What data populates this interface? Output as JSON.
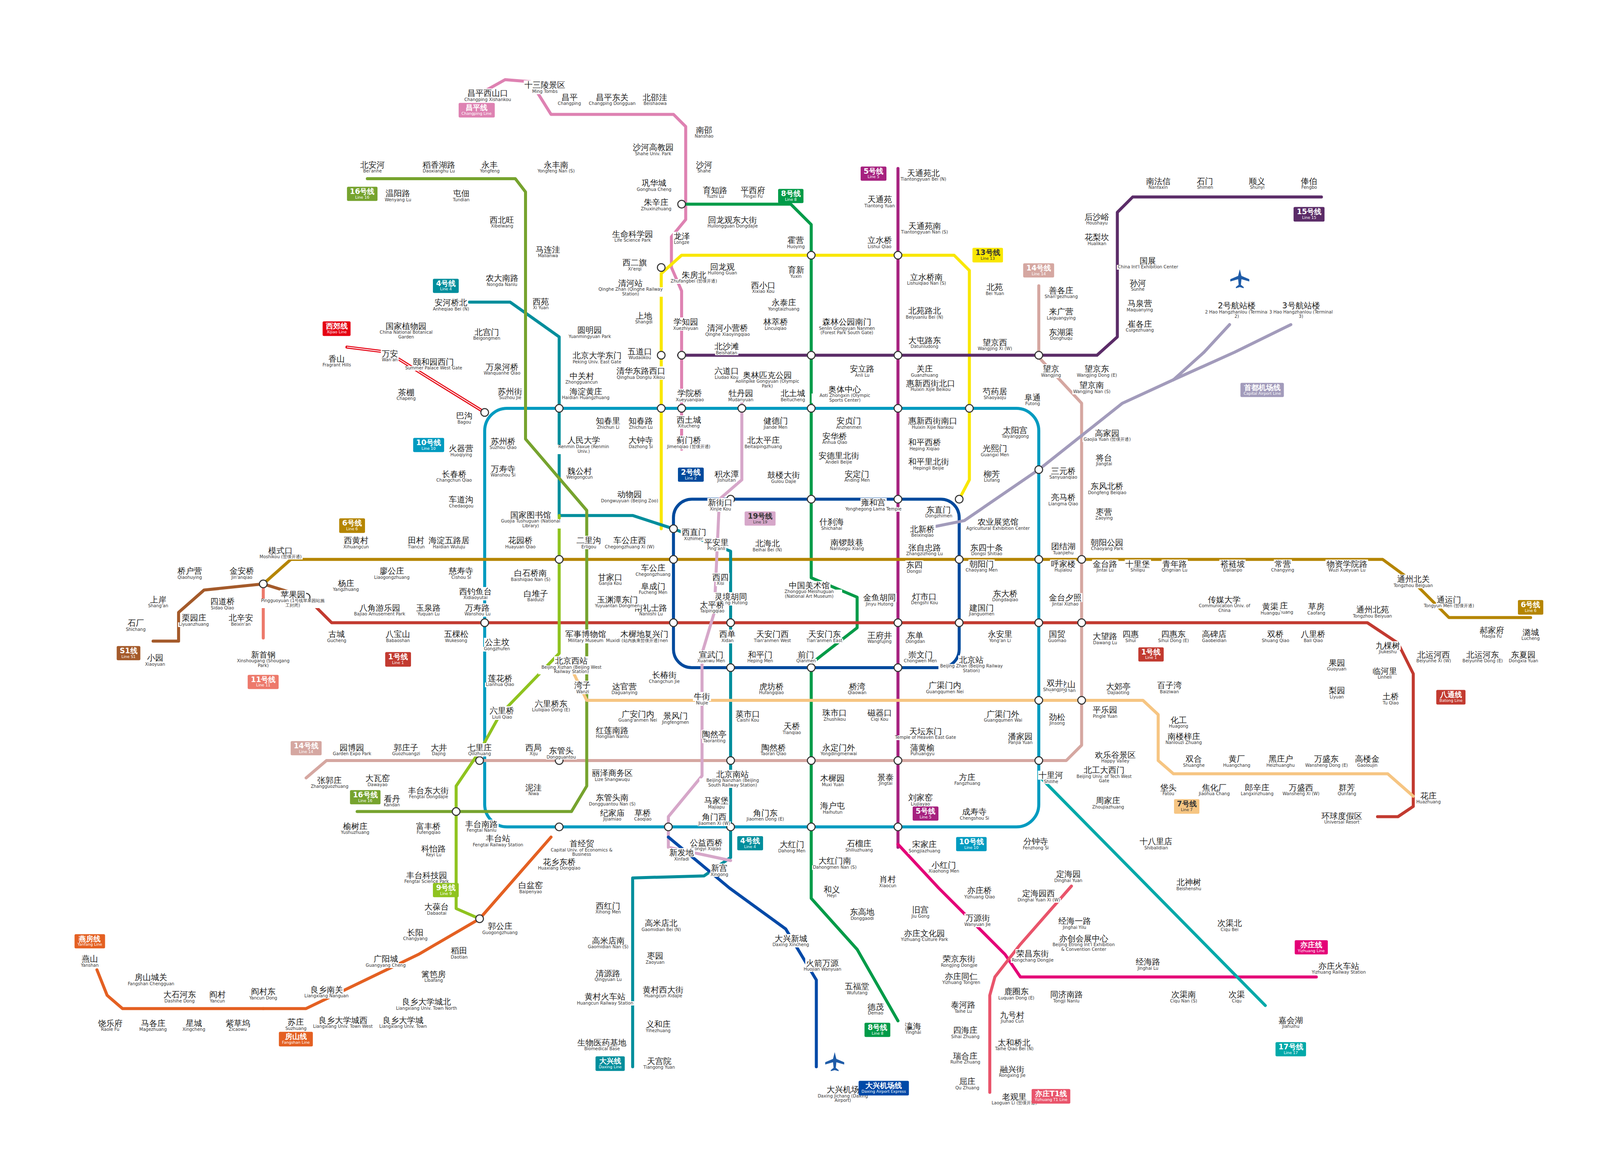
{
  "diagram": {
    "nodes": [
      {
        "text": [
          "昌平线",
          "Changping Line"
        ]
      },
      {
        "text": [
          "8号线",
          "Line 8"
        ]
      },
      {
        "text": [
          "13号线",
          "Line 13"
        ]
      },
      {
        "text": [
          "5号线",
          "Line 5"
        ]
      },
      {
        "text": [
          "15号线",
          "Line 15"
        ]
      },
      {
        "text": [
          "14号线",
          "Line 14"
        ]
      },
      {
        "text": [
          "4号线",
          "Line 4"
        ]
      },
      {
        "text": [
          "16号线",
          "Line 16"
        ]
      },
      {
        "text": [
          "西郊线",
          "Xijiao Line"
        ]
      },
      {
        "text": [
          "10号线",
          "Line 10"
        ]
      },
      {
        "text": [
          "2号线",
          "Line 2"
        ]
      },
      {
        "text": [
          "19号线",
          "Line 19"
        ]
      },
      {
        "text": [
          "6号线",
          "Line 6"
        ]
      },
      {
        "text": [
          "1号线",
          "Line 1"
        ]
      },
      {
        "text": [
          "11号线",
          "Line 11"
        ]
      },
      {
        "text": [
          "S1线",
          "Line S1"
        ]
      },
      {
        "text": [
          "14号线",
          "Line 14"
        ]
      },
      {
        "text": [
          "16号线",
          "Line 16"
        ]
      },
      {
        "text": [
          "5号线",
          "Line 5"
        ]
      },
      {
        "text": [
          "4号线",
          "Line 4"
        ]
      },
      {
        "text": [
          "10号线",
          "Line 10"
        ]
      },
      {
        "text": [
          "9号线",
          "Line 9"
        ]
      },
      {
        "text": [
          "燕房线",
          "Yanfang Line"
        ]
      },
      {
        "text": [
          "房山线",
          "Fangshan Line"
        ]
      },
      {
        "text": [
          "大兴线",
          "Daxing Line"
        ]
      },
      {
        "text": [
          "大兴机场线",
          "Daxing Airport Express"
        ]
      },
      {
        "text": [
          "8号线",
          "Line 8"
        ]
      },
      {
        "text": [
          "亦庄线",
          "Yizhuang Line"
        ]
      },
      {
        "text": [
          "亦庄T1线",
          "Yizhuang T1 Line"
        ]
      },
      {
        "text": [
          "17号线",
          "Line 17"
        ]
      },
      {
        "text": [
          "6号线",
          "Line 6"
        ]
      },
      {
        "text": [
          "1号线",
          "Line 1"
        ]
      },
      {
        "text": [
          "7号线",
          "Line 7"
        ]
      },
      {
        "text": [
          "八通线",
          "Batong Line"
        ]
      },
      {
        "text": [
          "首都机场线",
          "Capital Airport Line"
        ]
      }
    ],
    "labels": [
      "昌平西山口",
      "Changping Xishankou",
      "十三陵景区",
      "Ming Tombs",
      "昌平",
      "Changping",
      "昌平东关",
      "Changping Dongguan",
      "北邵洼",
      "Beishaowa",
      "南邵",
      "Nanshao",
      "沙河高教园",
      "Shahe Univ. Park",
      "沙河",
      "Shahe",
      "巩华城",
      "Gonghua Cheng",
      "朱辛庄",
      "Zhuxinzhuang",
      "生命科学园",
      "Life Science Park",
      "西二旗",
      "Xi'erqi",
      "清河站",
      "Qinghe Zhan (Qinghe Railway Station)",
      "朱房北",
      "Zhufangbei (暂缓开通)",
      "学知园",
      "Xuezhiyuan",
      "清河小营桥",
      "Qinghe Xiaoyingqiao",
      "学院桥",
      "Xueyuanqiao",
      "西土城",
      "Xitucheng",
      "蓟门桥",
      "Jimenqiao (暂缓开通)",
      "龙泽",
      "Longze",
      "回龙观",
      "Huilong Guan",
      "霍营",
      "Huoying",
      "立水桥",
      "Lishui Qiao",
      "北苑",
      "Bei Yuan",
      "望京西",
      "Wangjing Xi (W)",
      "芍药居",
      "Shaoyaoju",
      "光熙门",
      "Guangxi Men",
      "柳芳",
      "Liufang",
      "东直门",
      "Dongzhimen",
      "西直门",
      "Xizhimen",
      "大钟寺",
      "Dazhong Si",
      "知春路",
      "Zhichun Lu",
      "五道口",
      "Wudaokou",
      "上地",
      "Shangdi",
      "育知路",
      "Yuzhi Lu",
      "平西府",
      "Pingxi Fu",
      "回龙观东大街",
      "Huilongguan Dongdajie",
      "育新",
      "Yuxin",
      "西小口",
      "Xixiao Kou",
      "永泰庄",
      "Yongtaizhuang",
      "林萃桥",
      "Lincuiqiao",
      "森林公园南门",
      "Senlin Gongyuan Nanmen (Forest Park South Gate)",
      "奥林匹克公园",
      "Aolinpike Gongyuan (Olympic Park)",
      "奥体中心",
      "Aoti Zhongxin (Olympic Sports Center)",
      "北土城",
      "Beitucheng",
      "安华桥",
      "Anhua Qiao",
      "安德里北街",
      "Andeli Beijie",
      "鼓楼大街",
      "Gulou Dajie",
      "什刹海",
      "Shichahai",
      "南锣鼓巷",
      "Nanluogu Xiang",
      "中国美术馆",
      "Zhongguo Meishuguan (National Art Museum)",
      "金鱼胡同",
      "Jinyu Hutong",
      "王府井",
      "Wangfujing",
      "前门",
      "Qianmen",
      "珠市口",
      "Zhushikou",
      "天桥",
      "Tianqiao",
      "永定门外",
      "Yongdingmenwai",
      "木樨园",
      "Muxi Yuan",
      "海户屯",
      "Haihutun",
      "大红门",
      "Dahong Men",
      "大红门南",
      "Dahongmen Nan (S)",
      "和义",
      "Heyi",
      "东高地",
      "Donggaodi",
      "火箭万源",
      "Huojian Wanyuan",
      "五福堂",
      "Wufutang",
      "德茂",
      "Demao",
      "瀛海",
      "Yinghai",
      "天通苑北",
      "Tiantongyuan Bei (N)",
      "天通苑",
      "Tiantong Yuan",
      "天通苑南",
      "Tiantongyuan Nan (S)",
      "立水桥南",
      "Lishuiqiao Nan (S)",
      "北苑路北",
      "Beiyuanlu Bei (N)",
      "大屯路东",
      "Datunludong",
      "惠新西街北口",
      "Huixin Xijie Beikou",
      "惠新西街南口",
      "Huixin Xijie Nankou",
      "和平西桥",
      "Heping Xiqiao",
      "和平里北街",
      "Hepingli Beijie",
      "雍和宫",
      "Yonghegong Lama Temple",
      "北新桥",
      "Beixinqiao",
      "张自忠路",
      "Zhangzizhong Lu",
      "东四",
      "Dongsi",
      "灯市口",
      "Dengshi Kou",
      "东单",
      "Dongdan",
      "崇文门",
      "Chongwen Men",
      "磁器口",
      "Ciqi Kou",
      "天坛东门",
      "Temple of Heaven East Gate",
      "蒲黄榆",
      "Puhuangyu",
      "刘家窑",
      "Liujiayao",
      "宋家庄",
      "Songjiazhuang",
      "俸伯",
      "Fengbo",
      "顺义",
      "Shunyi",
      "石门",
      "Shimen",
      "南法信",
      "Nanfaxin",
      "后沙峪",
      "Houshayu",
      "花梨坎",
      "Hualikan",
      "国展",
      "China Int'l Exhibition Center",
      "孙河",
      "Sunhe",
      "马泉营",
      "Maquanying",
      "崔各庄",
      "Cuigezhuang",
      "望京东",
      "Wangjing Dong (E)",
      "望京",
      "Wangjing",
      "关庄",
      "Guanzhuang",
      "安立路",
      "Anli Lu",
      "北沙滩",
      "Beishatan",
      "六道口",
      "Liudao Kou",
      "清华东路西口",
      "Qinghua Donglu Xikou",
      "善各庄",
      "Shan'gezhuang",
      "来广营",
      "Laiguangying",
      "东湖渠",
      "Donghuqu",
      "阜通",
      "Futong",
      "望京南",
      "Wangjing Nan (S)",
      "高家园",
      "Gaojia Yuan (暂缓开通)",
      "将台",
      "Jiangtai",
      "东风北桥",
      "Dongfeng Beiqiao",
      "枣营",
      "Zaoying",
      "朝阳公园",
      "Chaoyang Park",
      "金台路",
      "Jintai Lu",
      "大望路",
      "Dawang Lu",
      "九龙山",
      "Jiulongshan",
      "平乐园",
      "Pingle Yuan",
      "北工大西门",
      "Beijing Univ. of Tech West Gate",
      "十里河",
      "Shilihe",
      "方庄",
      "Fangzhuang",
      "景泰",
      "Jingtai",
      "陶然桥",
      "Taoran Qiao",
      "北京南站",
      "Beijing Nanzhan (Beijing South Railway Station)",
      "马家堡",
      "Majiapu",
      "角门西",
      "Jiaomen Xi (W)",
      "西局",
      "Xiju",
      "七里庄",
      "Qilizhuang",
      "大井",
      "Dajing",
      "郭庄子",
      "Guozhuangzi",
      "园博园",
      "Garden Expo Park",
      "张郭庄",
      "Zhangguozhuang",
      "巴沟",
      "Bagou",
      "苏州街",
      "Suzhou Jie",
      "海淀黄庄",
      "Haidian Huangzhuang",
      "知春里",
      "Zhichun Li",
      "牡丹园",
      "Mudanyuan",
      "健德门",
      "Jiande Men",
      "安贞门",
      "Anzhenmen",
      "太阳宫",
      "Taiyanggong",
      "三元桥",
      "Sanyuanqiao",
      "亮马桥",
      "Liangma Qiao",
      "农业展览馆",
      "Agricultural Exhibition Center",
      "团结湖",
      "Tuanjiehu",
      "呼家楼",
      "Hujialou",
      "金台夕照",
      "Jintai Xizhao",
      "国贸",
      "Guomao",
      "双井",
      "Shuangjing",
      "劲松",
      "Jinsong",
      "潘家园",
      "Panjia Yuan",
      "分钟寺",
      "Fenzhong Si",
      "成寿寺",
      "Chengshou Si",
      "石榴庄",
      "Shiliuzhuang",
      "角门东",
      "Jiaomen Dong (E)",
      "草桥",
      "Caoqiao",
      "纪家庙",
      "Jijiamiao",
      "首经贸",
      "Capital Univ. of Economics & Business",
      "丰台站",
      "Fengtai Railway Station",
      "泥洼",
      "Niwa",
      "六里桥",
      "Liuli Qiao",
      "莲花桥",
      "Lianhua Qiao",
      "公主坟",
      "Gongzhufen",
      "西钓鱼台",
      "Xidiaoyutai",
      "慈寿寺",
      "Cishou Si",
      "车道沟",
      "Chedaogou",
      "长春桥",
      "Changchun Qiao",
      "火器营",
      "Huoqiying",
      "积水潭",
      "Jishuitan",
      "安定门",
      "Anding Men",
      "东四十条",
      "Dongsi Shitiao",
      "朝阳门",
      "Chaoyang Men",
      "建国门",
      "Jianguomen",
      "北京站",
      "Beijing Zhan (Beijing Railway Station)",
      "和平门",
      "Heping Men",
      "宣武门",
      "Xuanwu Men",
      "长椿街",
      "Changchun Jie",
      "复兴门",
      "Fuxingmen",
      "阜成门",
      "Fucheng Men",
      "车公庄",
      "Chegongzhuang",
      "苹果园",
      "Pingguoyuan (1号线苹果园站施工封闭)",
      "古城",
      "Gucheng",
      "八角游乐园",
      "Bajiao Amusement Park",
      "八宝山",
      "Babaoshan",
      "玉泉路",
      "Yuquan Lu",
      "五棵松",
      "Wukesong",
      "万寿路",
      "Wanshou Lu",
      "军事博物馆",
      "Military Museum",
      "木樨地",
      "Muxidi (站内换乘暂缓开通)",
      "南礼士路",
      "Nanlishi Lu",
      "西单",
      "Xidan",
      "天安门西",
      "Tian'anmen West",
      "天安门东",
      "Tian'anmen East",
      "永安里",
      "Yong'an Li",
      "四惠",
      "Sihui",
      "四惠东",
      "Sihui Dong (E)",
      "高碑店",
      "Gaobeidian",
      "传媒大学",
      "Communication Univ. of China",
      "双桥",
      "Shuang Qiao",
      "管庄",
      "Guanzhuang",
      "八里桥",
      "Bali Qiao",
      "通州北苑",
      "Tongzhou Beiyuan",
      "果园",
      "Guoyuan",
      "九棵树",
      "Jiukeshu",
      "梨园",
      "Liyuan",
      "临河里",
      "Linheli",
      "土桥",
      "Tu Qiao",
      "花庄",
      "Huazhuang",
      "环球度假区",
      "Universal Resort",
      "模式口",
      "Moshikou (暂缓开通)",
      "金安桥",
      "Jin'anqiao",
      "杨庄",
      "Yangzhuang",
      "西黄村",
      "Xihuangcun",
      "廖公庄",
      "Liaogongzhuang",
      "田村",
      "Tiancun",
      "海淀五路居",
      "Haidian Wuluju",
      "花园桥",
      "Huayuan Qiao",
      "白石桥南",
      "Baishiqiao Nan (S)",
      "二里沟",
      "Erligou",
      "车公庄西",
      "Chegongzhuang Xi (W)",
      "平安里",
      "Ping'anli",
      "北海北",
      "Beihai Bei (N)",
      "东大桥",
      "Dongdaqiao",
      "十里堡",
      "Shilipu",
      "青年路",
      "Qingnian Lu",
      "褡裢坡",
      "Dalianpo",
      "黄渠",
      "Huangqu",
      "常营",
      "Changying",
      "草房",
      "Caofang",
      "物资学院路",
      "Wuzi Xueyuan Lu",
      "通州北关",
      "Tongzhou Beiguan",
      "通运门",
      "Tongyun Men (暂缓开通)",
      "北运河西",
      "Beiyunhe Xi (W)",
      "北运河东",
      "Beiyunhe Dong (E)",
      "郝家府",
      "Haojia Fu",
      "东夏园",
      "Dongxia Yuan",
      "潞城",
      "Lucheng",
      "石厂",
      "Shichang",
      "小园",
      "Xiaoyuan",
      "栗园庄",
      "Liyuanzhuang",
      "上岸",
      "Shang'an",
      "桥户营",
      "Qiaohuying",
      "四道桥",
      "Sidao Qiao",
      "北辛安",
      "Beixin'an",
      "新首钢",
      "Xinshougang (Shougang Park)",
      "北京西站",
      "Beijing Xizhan (Beijing West Railway Station)",
      "湾子",
      "Wanzi",
      "达官营",
      "Daguanying",
      "广安门内",
      "Guang'anmen Nei",
      "菜市口",
      "Caishi Kou",
      "虎坊桥",
      "Hufangqiao",
      "桥湾",
      "Qiaowan",
      "广渠门内",
      "Guangqumen Nei",
      "广渠门外",
      "Guangqumen Wai",
      "大郊亭",
      "Dajiaoting",
      "百子湾",
      "Baiziwan",
      "化工",
      "Huagong",
      "南楼梓庄",
      "Nanlouzi Zhuang",
      "欢乐谷景区",
      "Happy Valley",
      "双合",
      "Shuanghe",
      "焦化厂",
      "Jiaohua Chang",
      "垡头",
      "Fatou",
      "黄厂",
      "Huangchang",
      "郎辛庄",
      "Langxinzhuang",
      "黑庄户",
      "Heizhuanghu",
      "万盛西",
      "Wansheng Xi (W)",
      "万盛东",
      "Wansheng Dong (E)",
      "群芳",
      "Qunfang",
      "高楼金",
      "Gaoloujin",
      "安河桥北",
      "Anheqiao Bei (N)",
      "北宫门",
      "Beigongmen",
      "西苑",
      "Xi Yuan",
      "圆明园",
      "Yuanmingyuan Park",
      "北京大学东门",
      "Peking Univ. East Gate",
      "中关村",
      "Zhongguancun",
      "人民大学",
      "Renmin Daxue (Renmin Univ.)",
      "魏公村",
      "Weigongcun",
      "国家图书馆",
      "Guojia Tushuguan (National Library)",
      "动物园",
      "Dongwuyuan (Beijing Zoo)",
      "新街口",
      "Xinjie Kou",
      "西四",
      "Xisi",
      "灵境胡同",
      "Lingjing Hutong",
      "陶然亭",
      "Taoranting",
      "公益西桥",
      "Gongyi Xiqiao",
      "新宫",
      "Xingong",
      "西红门",
      "Xihong Men",
      "高米店北",
      "Gaomidian Bei (N)",
      "高米店南",
      "Gaomidian Nan (S)",
      "枣园",
      "Zaoyuan",
      "清源路",
      "Qingyuan Lu",
      "黄村西大街",
      "Huangcun Xidajie",
      "黄村火车站",
      "Huangcun Railway Station",
      "义和庄",
      "Yihezhuang",
      "生物医药基地",
      "Biomedical Base",
      "天宫院",
      "Tiangong Yuan",
      "白堆子",
      "Baiduizi",
      "六里桥东",
      "Liuliqiao Dong (E)",
      "丰台东大街",
      "Fengtai Dongdajie",
      "丰台南路",
      "Fengtai Nanlu",
      "科怡路",
      "Keyi Lu",
      "丰台科技园",
      "Fengtai Science Park",
      "郭公庄",
      "Guogongzhuang",
      "北安河",
      "Bei'anhe",
      "温阳路",
      "Wenyang Lu",
      "稻香湖路",
      "Daoxianghu Lu",
      "屯佃",
      "Tundian",
      "永丰",
      "Yongfeng",
      "永丰南",
      "Yongfeng Nan (S)",
      "西北旺",
      "Xibeiwang",
      "马连洼",
      "Malianwa",
      "农大南路",
      "Nongda Nanlu",
      "万泉河桥",
      "Wanquanhe Qiao",
      "苏州桥",
      "Suzhou Qiao",
      "万寿寺",
      "Wanshou Si",
      "甘家口",
      "Ganjia Kou",
      "玉渊潭东门",
      "Yuyuantan Dongmen",
      "红莲南路",
      "Honglian Nanlu",
      "丽泽商务区",
      "Lize Shangwuqu",
      "东管头南",
      "Dongguantou Nan (S)",
      "东管头",
      "Dongguantou",
      "大瓦窑",
      "Dawayao",
      "看丹",
      "Kandan",
      "榆树庄",
      "Yushuzhuang",
      "富丰桥",
      "Fufengqiao",
      "北太平庄",
      "Beitaipingzhuang",
      "太平桥",
      "Taipingqiao",
      "牛街",
      "Niujie",
      "景风门",
      "Jingfengmen",
      "新发地",
      "Xinfadi",
      "香山",
      "Fragrant Hills",
      "万安",
      "Wan'an",
      "颐和园西门",
      "Summer Palace West Gate",
      "茶棚",
      "Chapeng",
      "国家植物园",
      "China National Botanical Garden",
      "阎村东",
      "Yancun Dong",
      "苏庄",
      "Suzhuang",
      "良乡南关",
      "Liangxiang Nanguan",
      "良乡大学城西",
      "Liangxiang Univ. Town West",
      "良乡大学城",
      "Liangxiang Univ. Town",
      "良乡大学城北",
      "Liangxiang Univ. Town North",
      "篱笆房",
      "Libafang",
      "广阳城",
      "Guangyang Cheng",
      "长阳",
      "Changyang",
      "稻田",
      "Daotian",
      "大葆台",
      "Dabaotai",
      "白盆窑",
      "Baipenyao",
      "花乡东桥",
      "Huaxiang Dongqiao",
      "燕山",
      "Yanshan",
      "房山城关",
      "Fangshan Chengguan",
      "饶乐府",
      "Raole Fu",
      "马各庄",
      "Magezhuang",
      "大石河东",
      "Dashihe Dong",
      "星城",
      "Xingcheng",
      "阎村",
      "Yancun",
      "紫草坞",
      "Zicaowu",
      "肖村",
      "Xiaocun",
      "小红门",
      "Xiaohong Men",
      "旧宫",
      "Jiu Gong",
      "亦庄桥",
      "Yizhuang Qiao",
      "亦庄文化园",
      "Yizhuang Culture Park",
      "万源街",
      "Wanyuan Jie",
      "荣京东街",
      "Rongjing Dongjie",
      "荣昌东街",
      "Rongchang Dongjie",
      "同济南路",
      "Tongji Nanlu",
      "经海路",
      "Jinghai Lu",
      "次渠南",
      "Ciqu Nan (S)",
      "次渠",
      "Ciqu",
      "亦庄火车站",
      "Yizhuang Railway Station",
      "定海园",
      "Dinghai Yuan",
      "定海园西",
      "Dinghai Yuan Xi (W)",
      "经海一路",
      "Jinghai Yilu",
      "亦创会展中心",
      "Beijing Etrong Int'l Exhibition & Convention Center",
      "亦庄同仁",
      "Yizhuang Tongren",
      "鹿圈东",
      "Luquan Dong (E)",
      "泰河路",
      "Taihe Lu",
      "九号村",
      "Jiuhao Cun",
      "四海庄",
      "Sihai Zhuang",
      "太和桥北",
      "Taihe Qiao Bei (N)",
      "瑞合庄",
      "Ruihe Zhuang",
      "融兴街",
      "Rongxing Jie",
      "屈庄",
      "Qu Zhuang",
      "老观里",
      "Laoguan Li (暂缓开通)",
      "周家庄",
      "Zhoujiazhuang",
      "十八里店",
      "Shibalidian",
      "北神树",
      "Beishenshu",
      "次渠北",
      "Ciqu Bei",
      "嘉会湖",
      "Jiahuihu",
      "2号航站楼",
      "2 Hao Hangzhanlou (Terminal 2)",
      "3号航站楼",
      "3 Hao Hangzhanlou (Terminal 3)",
      "大兴新城",
      "Daxing Xincheng",
      "大兴机场",
      "Daxing Jichang (Daxing Airport)"
    ]
  }
}
